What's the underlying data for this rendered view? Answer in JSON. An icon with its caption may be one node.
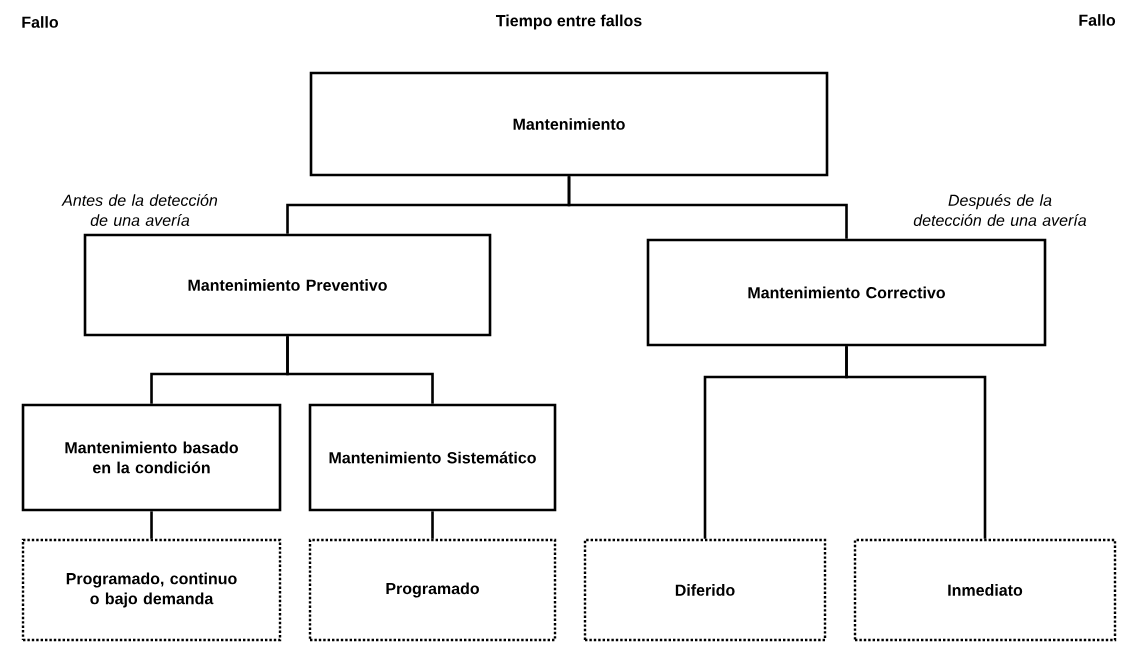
{
  "diagram": {
    "nodes": [
      {
        "text": [
          "Mantenimiento"
        ]
      },
      {
        "text": [
          "Mantenimiento Preventivo"
        ]
      },
      {
        "text": [
          "Mantenimiento Correctivo"
        ]
      },
      {
        "text": [
          "Mantenimiento basado en la condición"
        ]
      },
      {
        "text": [
          "Mantenimiento Sistemático"
        ]
      },
      {
        "text": [
          "Programado, continuo o bajo demanda"
        ]
      },
      {
        "text": [
          "Programado"
        ]
      },
      {
        "text": [
          "Diferido"
        ]
      },
      {
        "text": [
          "Inmediato"
        ]
      }
    ],
    "edges": [
      {
        "from": 0,
        "to": 1,
        "arrow": "none"
      },
      {
        "from": 0,
        "to": 2,
        "arrow": "none"
      },
      {
        "from": 1,
        "to": 3,
        "arrow": "none"
      },
      {
        "from": 1,
        "to": 4,
        "arrow": "none"
      },
      {
        "from": 3,
        "to": 5,
        "arrow": "none"
      },
      {
        "from": 4,
        "to": 6,
        "arrow": "none"
      },
      {
        "from": 2,
        "to": 7,
        "arrow": "none"
      },
      {
        "from": 2,
        "to": 8,
        "arrow": "none"
      }
    ],
    "labels": [
      "Fallo",
      "Tiempo entre fallos",
      "Fallo",
      "Antes de la detección de una avería",
      "Después de la detección de una avería"
    ]
  }
}
